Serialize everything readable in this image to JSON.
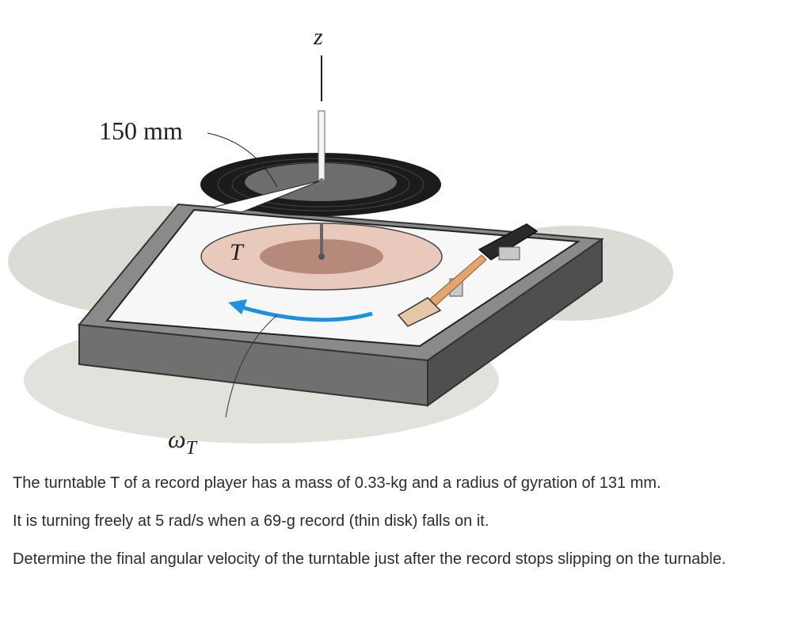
{
  "figure": {
    "axis_label": "z",
    "radius_label": "150 mm",
    "turntable_label": "T",
    "omega_label": "ω",
    "omega_subscript": "T",
    "colors": {
      "record": "#1b1b1b",
      "record_label": "#6d6d6d",
      "turntable": "#e8c9bb",
      "turntable_center": "#b58a7a",
      "base_top": "#f7f7f7",
      "base_side": "#707070",
      "arrow": "#1f8fe0",
      "shadow": "#dcdcd6"
    },
    "icons": [
      "tonearm-icon",
      "rotation-arrow-icon"
    ]
  },
  "problem": {
    "line1": "The turntable T of a record player has a mass of 0.33-kg and a radius of gyration of 131 mm.",
    "line2": "It is turning freely at 5 rad/s when a 69-g record (thin disk) falls on it.",
    "line3": "Determine the final angular velocity of the turntable just after the record stops slipping on the turnable."
  }
}
